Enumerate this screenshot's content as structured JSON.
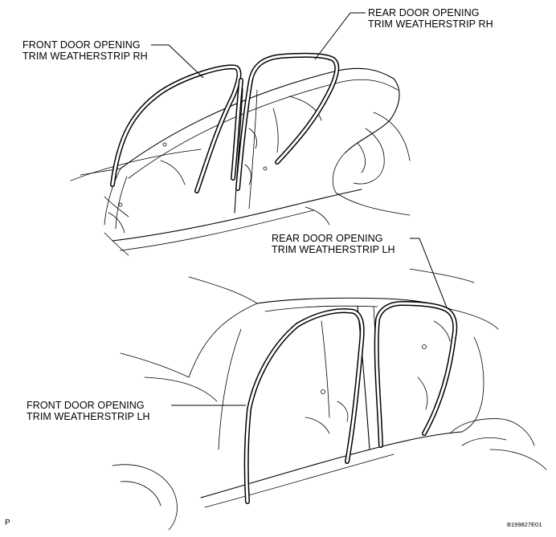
{
  "labels": {
    "rear_rh": [
      "REAR DOOR OPENING",
      "TRIM WEATHERSTRIP RH"
    ],
    "front_rh": [
      "FRONT DOOR OPENING",
      "TRIM WEATHERSTRIP RH"
    ],
    "rear_lh": [
      "REAR DOOR OPENING",
      "TRIM WEATHERSTRIP LH"
    ],
    "front_lh": [
      "FRONT DOOR OPENING",
      "TRIM WEATHERSTRIP LH"
    ]
  },
  "corner_mark": "P",
  "figure_code": "B199827E01",
  "colors": {
    "line": "#000000",
    "background": "#ffffff"
  }
}
